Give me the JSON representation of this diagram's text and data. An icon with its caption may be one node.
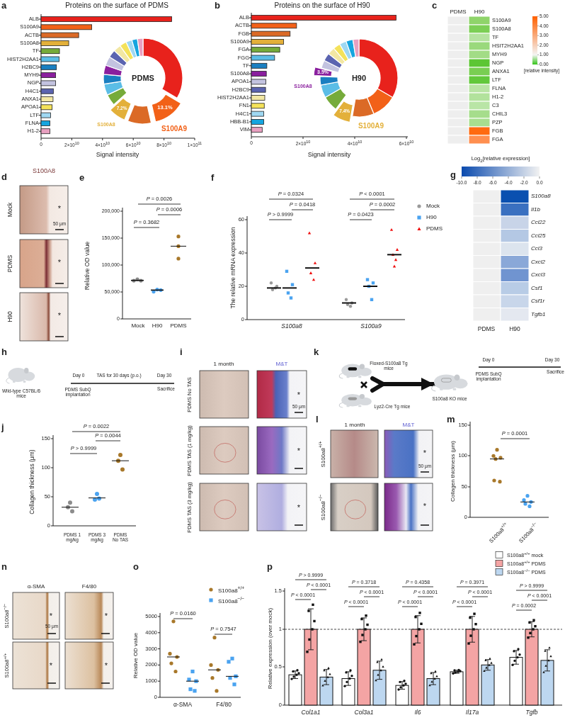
{
  "diagram": {
    "nodes": [
      {
        "text": [],
        "shape": "picture",
        "beside": [
          "Floxed-S100a8 Tg mice"
        ]
      },
      {
        "text": [],
        "shape": "picture",
        "beside": [
          "Lyz2-Cre Tg mice"
        ]
      },
      {
        "text": [],
        "shape": "picture",
        "beside": [
          "S100a8 KO mice"
        ]
      }
    ],
    "edges": [
      {
        "from": 0,
        "to": 2,
        "arrow": "to"
      },
      {
        "from": 1,
        "to": 2,
        "arrow": "to"
      }
    ],
    "labels": [
      "a",
      "Proteins on the surface of PDMS",
      "ALB",
      "S100A9",
      "ACTB",
      "S100A8",
      "TF",
      "HIST2H2AA1",
      "H2BC9",
      "MYH9",
      "NGP",
      "H4C1",
      "ANXA1",
      "APOA1",
      "LTF",
      "FLNA",
      "H1-2",
      "PDMS",
      "7.2%",
      "13.1%",
      "S100A8",
      "S100A9",
      "0",
      "2×10$^{10}$",
      "4×10$^{10}$",
      "6×10$^{10}$",
      "8×10$^{10}$",
      "1×10$^{11}$",
      "Signal intensity",
      "b",
      "Proteins on the surface of H90",
      "ALB",
      "ACTB",
      "FGB",
      "S100A9",
      "FGA",
      "FGG",
      "TF",
      "S100A8",
      "APOA1",
      "H2BC9",
      "HIST2H2AA1",
      "FN1",
      "H4C1",
      "HBB-B1",
      "VIM",
      "H90",
      "3.5%",
      "S100A8",
      "7.4%",
      "S100A9",
      "0",
      "2×10$^{10}$",
      "4×10$^{10}$",
      "6×10$^{10}$",
      "Signal intensity",
      "c",
      "PDMS",
      "H90",
      "S100A9",
      "S100A8",
      "TF",
      "HSIT2H2AA1",
      "MYH9",
      "NGP",
      "ANXA1",
      "LTF",
      "FLNA",
      "H1-2",
      "C3",
      "CHIL3",
      "PZP",
      "FGB",
      "FGA",
      "5.00",
      "4.00",
      "3.00",
      "2.00",
      "1.00",
      "0.00",
      "[relative intensity]",
      "d",
      "S100A8",
      "Mock",
      "*",
      "50 μm",
      "PDMS",
      "*",
      "H90",
      "*",
      "e",
      "*P* = 0.0026",
      "*P* = 0.0006",
      "*P* = 0.3682",
      "Relative OD value",
      "200,000",
      "150,000",
      "100,000",
      "50,000",
      "0",
      "Mock",
      "H90",
      "PDMS",
      "f",
      "*P* = 0.0324",
      "*P* = 0.0418",
      "*P* > 0.9999",
      "*P* < 0.0001",
      "*P* = 0.0002",
      "*P* = 0.0423",
      "The relative mRNA expression",
      "60",
      "40",
      "20",
      "0",
      "S100a8",
      "S100a9",
      "Log$_{2}$[relative expression]",
      "g",
      "-10.0",
      "-8.0",
      "-6.0",
      "-4.0",
      "-2.0",
      "0.0",
      "S100a8",
      "Il1b",
      "Ccl22",
      "Ccl25",
      "Ccl3",
      "Cxcl2",
      "Cxcl3",
      "Csf1",
      "Csf1r",
      "Tgfb1",
      "PDMS",
      "H90",
      "h",
      "Day 0",
      "TAS for 30 days (p.o.)",
      "Day 30",
      "Wild-type C57BL/6 mice",
      "PDMS SubQ implantation",
      "Sacrifice",
      "i",
      "1 month",
      "M&T",
      "PDMS No TAS",
      "*",
      "50 μm",
      "PDMS TAS (1 mg/kg)",
      "*",
      "PDMS TAS (3 mg/kg)",
      "*",
      "k",
      "Day 0",
      "Day 30",
      "PDMS SubQ implantation",
      "Sacrifice",
      "j",
      "*P* = 0.0022",
      "*P* = 0.0044",
      "*P* > 0.9999",
      "Collagen thickness (μm)",
      "150",
      "100",
      "50",
      "0",
      "PDMS 1 mg/kg",
      "PDMS 3 mg/kg",
      "PDMS No TAS",
      "l",
      "1 month",
      "M&T",
      "S100a8$^{+/+}$",
      "*",
      "50 μm",
      "S100a8$^{−/−}$",
      "*",
      "m",
      "*P* = 0.0001",
      "Collagen thickness (μm)",
      "150",
      "100",
      "50",
      "0",
      "S100a8$^{+/+}$",
      "S100a8$^{−/−}$",
      "n",
      "α-SMA",
      "F4/80",
      "S100a8$^{−/−}$",
      "*",
      "50 μm",
      "*",
      "S100a8$^{+/+}$",
      "*",
      "*",
      "o",
      "*P* = 0.0160",
      "*P* = 0.7547",
      "Relative OD value",
      "5000",
      "4000",
      "3000",
      "2000",
      "1000",
      "0",
      "α-SMA",
      "F4/80",
      "p",
      "*P* > 0.9999",
      "*P* < 0.0001",
      "*P* < 0.0001",
      "*P* = 0.3718",
      "*P* < 0.0001",
      "*P* < 0.0001",
      "*P* = 0.4358",
      "*P* < 0.0001",
      "*P* < 0.0001",
      "*P* = 0.3971",
      "*P* < 0.0001",
      "*P* < 0.0001",
      "*P* > 0.9999",
      "*P* < 0.0001",
      "*P* = 0.0002",
      "Relative expression (over mock)",
      "1.5",
      "1",
      "0.5",
      "0",
      "Col1a1",
      "Col3a1",
      "Il6",
      "Il17a",
      "Tgfb"
    ],
    "legend": [
      {
        "text": "Mock"
      },
      {
        "text": "H90"
      },
      {
        "text": "PDMS"
      },
      {
        "text": "S100a8$^{+/+}$"
      },
      {
        "text": "S100a8$^{−/−}$"
      },
      {
        "text": "S100a8$^{+/+}$ mock",
        "color": "#ffffff"
      },
      {
        "text": "S100a8$^{+/+}$ PDMS",
        "color": "#f4a4a4"
      },
      {
        "text": "S100a8$^{−/−}$ PDMS",
        "color": "#bdd7f0"
      }
    ]
  }
}
